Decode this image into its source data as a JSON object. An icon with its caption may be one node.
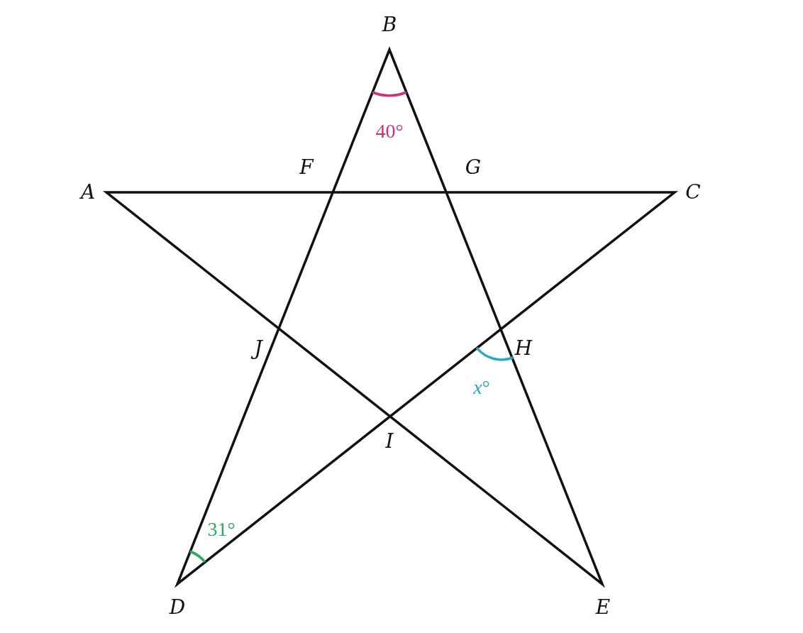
{
  "diagram": {
    "labels": [
      "B",
      "40°",
      "F",
      "G",
      "A",
      "C",
      "J",
      "H",
      "*x*°",
      "I",
      "31°",
      "D",
      "E"
    ]
  }
}
